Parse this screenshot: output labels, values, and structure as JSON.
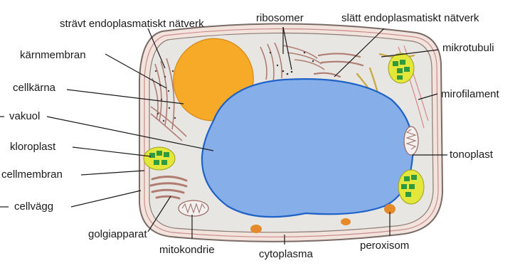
{
  "labels": {
    "er_rough": "strävt endoplasmatiskt nätverk",
    "ribosomes": "ribosomer",
    "er_smooth": "slätt endoplasmatiskt nätverk",
    "nuclear_membrane": "kärnmembran",
    "microtubules": "mikrotubuli",
    "nucleus": "cellkärna",
    "microfilament": "mirofilament",
    "vacuole": "vakuol",
    "chloroplast": "kloroplast",
    "tonoplast": "tonoplast",
    "cell_membrane": "cellmembran",
    "cell_wall": "cellvägg",
    "golgi": "golgiapparat",
    "mitochondrion": "mitokondrie",
    "cytoplasm": "cytoplasma",
    "peroxisome": "peroxisom"
  },
  "colors": {
    "cell_wall_fill": "#f3e3dd",
    "cell_wall_stroke": "#7a6a66",
    "cytoplasm": "#e8e6e3",
    "membrane_line": "#c98a8a",
    "nucleus": "#f7a928",
    "vacuole": "#86aee8",
    "vacuole_edge": "#1f62c7",
    "chloroplast": "#e4e63a",
    "thylakoid": "#2d9a3f",
    "er": "#b07c72",
    "microtubule": "#c9a94a",
    "peroxisome": "#e48a2a"
  }
}
